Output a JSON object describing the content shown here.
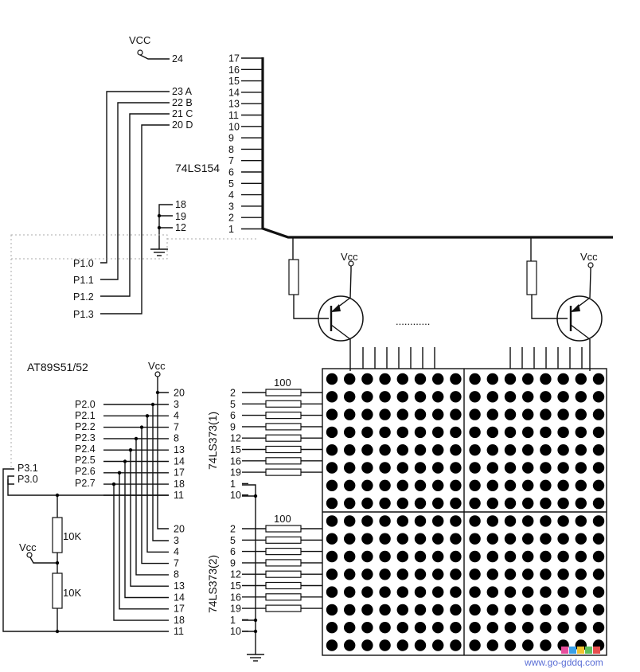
{
  "labels": {
    "vcc_upper": "VCC",
    "vcc_lower": "Vcc",
    "vcc_port2": "Vcc",
    "vcc_divider": "Vcc",
    "vcc_q1": "Vcc",
    "vcc_q2": "Vcc",
    "decoder": "74LS154",
    "mcu": "AT89S51/52",
    "latch1": "74LS373(1)",
    "latch2": "74LS373(2)",
    "res_100_top": "100",
    "res_100_bottom": "100",
    "res_10k_top": "10K",
    "res_10k_bottom": "10K",
    "ellipsis": "............",
    "watermark": "www.go-gddq.com"
  },
  "decoder_pins": {
    "vcc_pin": "24",
    "inputs": [
      "23 A",
      "22 B",
      "21 C",
      "20 D"
    ],
    "gnd_pins": [
      "18",
      "19",
      "12"
    ],
    "outputs": [
      "17",
      "16",
      "15",
      "14",
      "13",
      "11",
      "10",
      "9",
      "8",
      "7",
      "6",
      "5",
      "4",
      "3",
      "2",
      "1"
    ]
  },
  "mcu_ports": {
    "p1": [
      "P1.0",
      "P1.1",
      "P1.2",
      "P1.3"
    ],
    "p2": [
      "P2.0",
      "P2.1",
      "P2.2",
      "P2.3",
      "P2.4",
      "P2.5",
      "P2.6",
      "P2.7"
    ],
    "p3": [
      "P3.1",
      "P3.0"
    ]
  },
  "latch1_pins": {
    "right": [
      "20",
      "3",
      "4",
      "7",
      "8",
      "13",
      "14",
      "17",
      "18",
      "11"
    ],
    "left": [
      "2",
      "5",
      "6",
      "9",
      "12",
      "15",
      "16",
      "19",
      "1",
      "10"
    ]
  },
  "latch2_pins": {
    "right": [
      "20",
      "3",
      "4",
      "7",
      "8",
      "13",
      "14",
      "17",
      "18",
      "11"
    ],
    "left": [
      "2",
      "5",
      "6",
      "9",
      "12",
      "15",
      "16",
      "19",
      "1",
      "10"
    ]
  }
}
